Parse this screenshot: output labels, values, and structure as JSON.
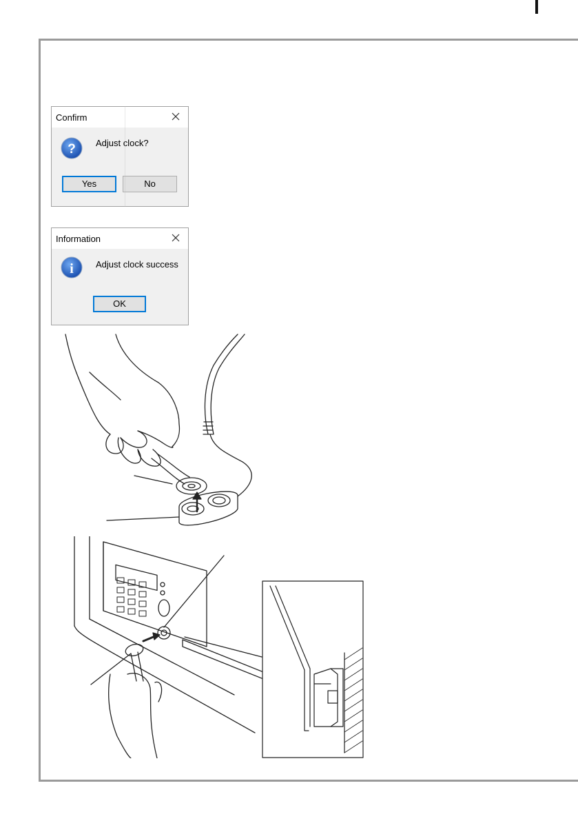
{
  "confirm_dialog": {
    "title": "Confirm",
    "message": "Adjust clock?",
    "yes_label": "Yes",
    "no_label": "No",
    "icon": "question-icon"
  },
  "info_dialog": {
    "title": "Information",
    "message": "Adjust clock success",
    "ok_label": "OK",
    "icon": "info-icon"
  },
  "colors": {
    "frame": "#9a9a9a",
    "dialog_bg": "#f0f0f0",
    "button_focus": "#0078d7",
    "icon_blue": "#1f63c6"
  }
}
